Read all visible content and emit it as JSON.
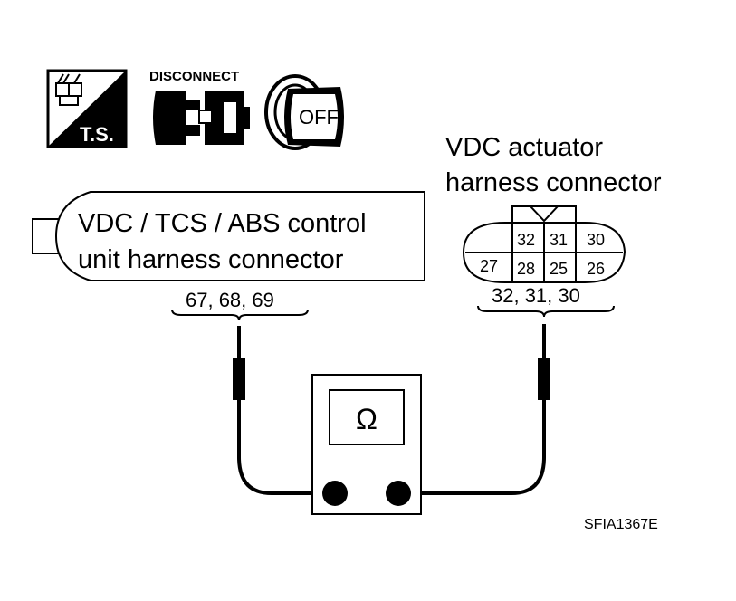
{
  "icons": {
    "ts_label": "T.S.",
    "disconnect_label": "DISCONNECT",
    "key_label": "OFF"
  },
  "control_unit": {
    "line1": "VDC / TCS / ABS control",
    "line2": "unit harness connector",
    "pins": "67, 68, 69"
  },
  "actuator": {
    "line1": "VDC actuator",
    "line2": "harness connector",
    "pins": "32, 31, 30",
    "cavity_top": [
      "32",
      "31",
      "30"
    ],
    "cavity_bottom_left": "27",
    "cavity_bottom": [
      "28",
      "25",
      "26"
    ]
  },
  "meter": {
    "symbol": "Ω"
  },
  "figure_id": "SFIA1367E"
}
